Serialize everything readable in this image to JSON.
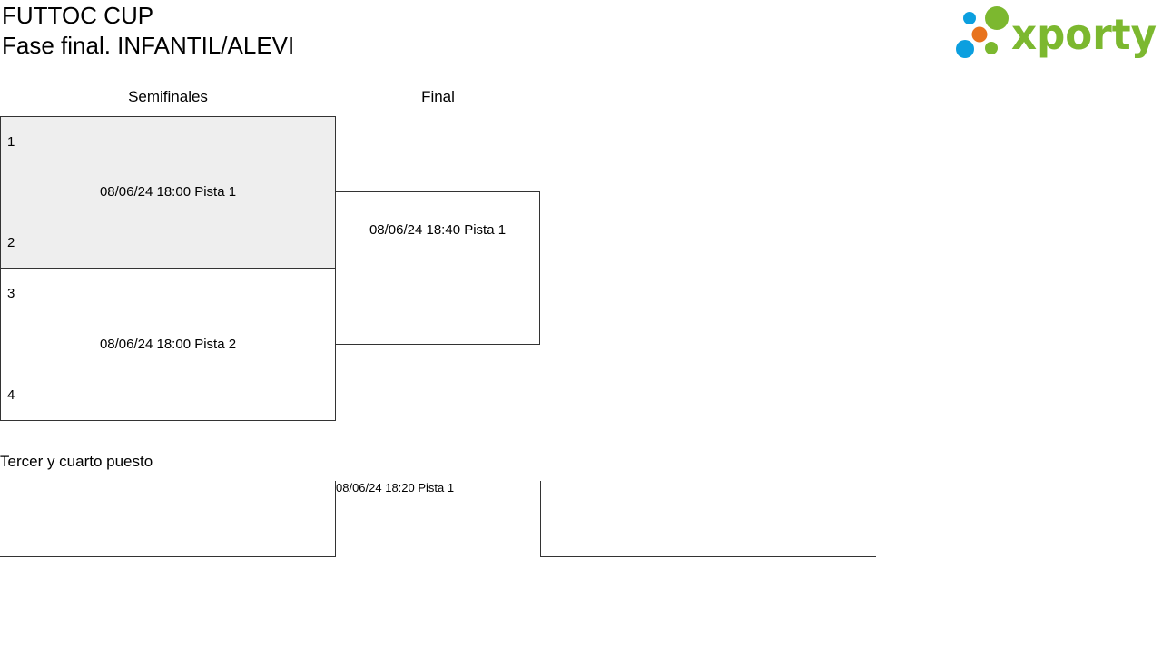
{
  "header": {
    "tournament": "FUTTOC CUP",
    "phase": "Fase final. INFANTIL/ALEVI"
  },
  "logo": {
    "text": "xporty",
    "colors": {
      "green": "#7cb82f",
      "blue": "#0b9fdf",
      "orange": "#e8731d"
    }
  },
  "rounds": {
    "semis_label": "Semifinales",
    "final_label": "Final"
  },
  "semifinals": [
    {
      "top_seed": "1",
      "bottom_seed": "2",
      "info": "08/06/24 18:00 Pista 1"
    },
    {
      "top_seed": "3",
      "bottom_seed": "4",
      "info": "08/06/24 18:00 Pista 2"
    }
  ],
  "final": {
    "info": "08/06/24 18:40 Pista 1"
  },
  "third_place": {
    "title": "Tercer y cuarto puesto",
    "info": "08/06/24 18:20 Pista 1"
  }
}
